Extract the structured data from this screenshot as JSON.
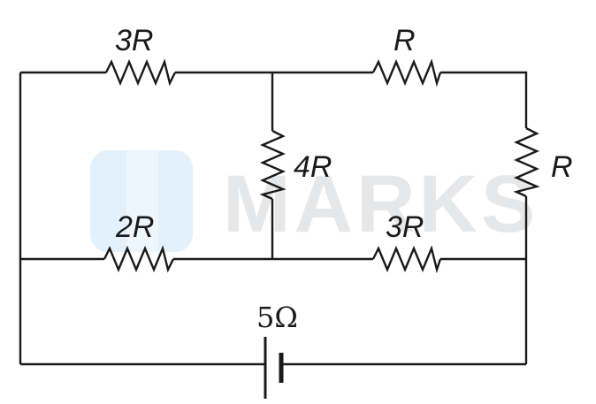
{
  "diagram": {
    "type": "circuit",
    "watermark": {
      "text": "MARKS",
      "logo_color": "#e3f1fc",
      "text_color": "#e6e7e9"
    },
    "components": [
      {
        "id": "res-top-left",
        "type": "resistor",
        "label": "3R",
        "branch": "top-left"
      },
      {
        "id": "res-top-right",
        "type": "resistor",
        "label": "R",
        "branch": "top-right"
      },
      {
        "id": "res-middle-vertical",
        "type": "resistor",
        "label": "4R",
        "branch": "center-vertical"
      },
      {
        "id": "res-right-vertical",
        "type": "resistor",
        "label": "R",
        "branch": "right-vertical"
      },
      {
        "id": "res-mid-left",
        "type": "resistor",
        "label": "2R",
        "branch": "middle-left"
      },
      {
        "id": "res-mid-right",
        "type": "resistor",
        "label": "3R",
        "branch": "middle-right"
      },
      {
        "id": "battery",
        "type": "cell",
        "label": "5Ω",
        "branch": "bottom"
      }
    ]
  }
}
